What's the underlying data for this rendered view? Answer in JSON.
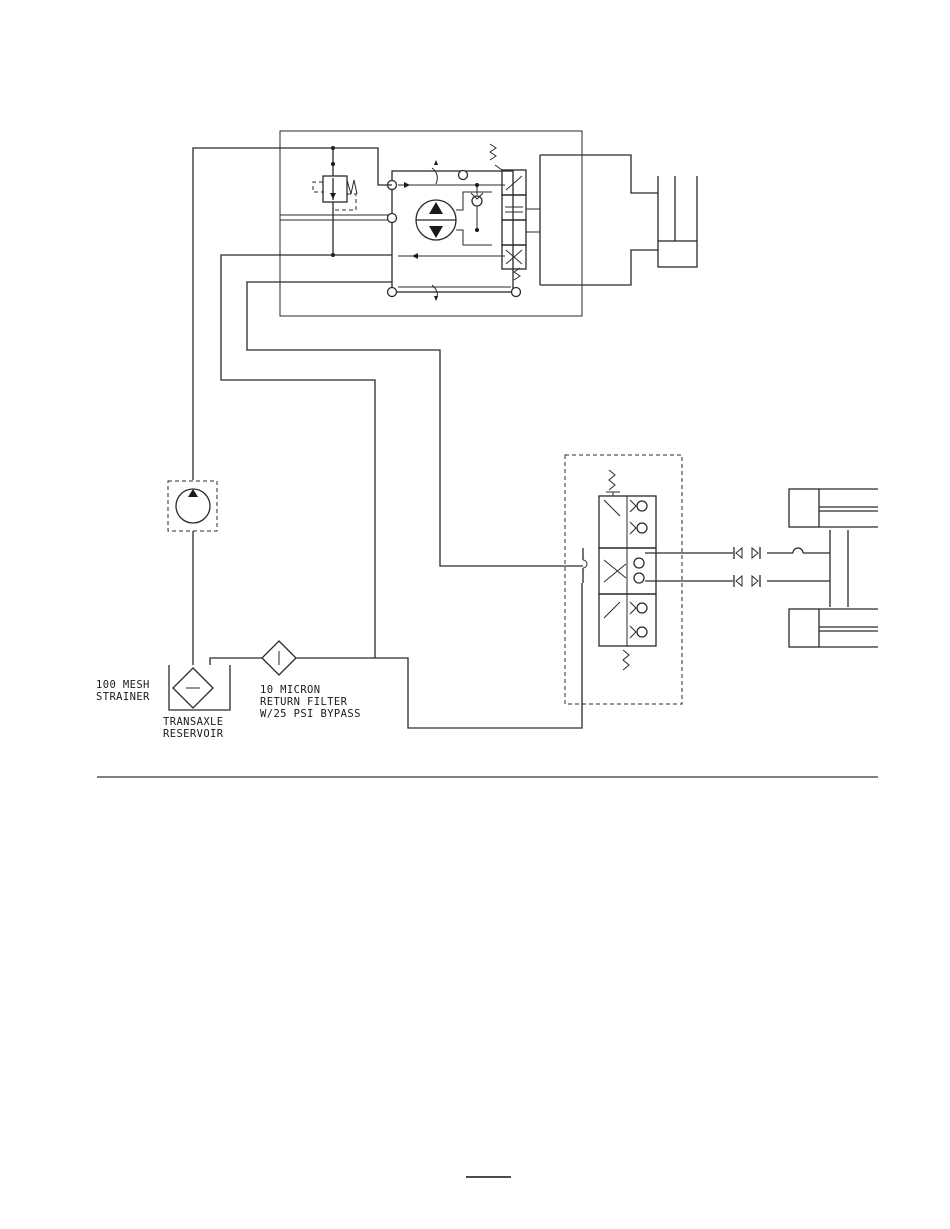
{
  "labels": {
    "strainer_line1": "100 MESH",
    "strainer_line2": "STRAINER",
    "reservoir_line1": "TRANSAXLE",
    "reservoir_line2": "RESERVOIR",
    "filter_line1": "10 MICRON",
    "filter_line2": "RETURN FILTER",
    "filter_line3": "W/25 PSI BYPASS"
  }
}
